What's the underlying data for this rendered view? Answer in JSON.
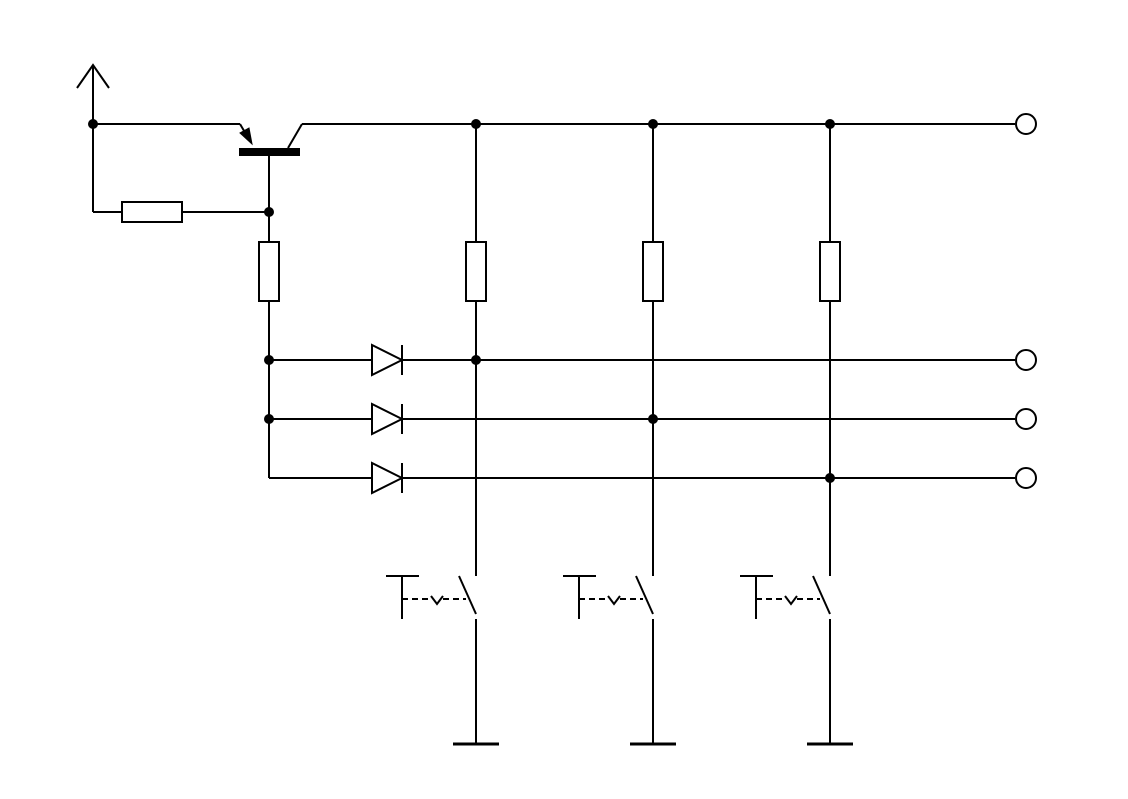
{
  "diagram": {
    "type": "circuit-schematic",
    "background": "#ffffff",
    "ink_color": "#000000",
    "supply": {
      "symbol": "supply-arrow-icon"
    },
    "transistor": {
      "type": "pnp",
      "symbol": "pnp-transistor-icon"
    },
    "bias_resistor": {
      "symbol": "resistor-icon"
    },
    "base_resistor": {
      "symbol": "resistor-icon"
    },
    "columns": [
      {
        "id": 1,
        "pullup_resistor": "resistor-icon",
        "push_button": "push-button-switch-icon",
        "ground": "ground-icon"
      },
      {
        "id": 2,
        "pullup_resistor": "resistor-icon",
        "push_button": "push-button-switch-icon",
        "ground": "ground-icon"
      },
      {
        "id": 3,
        "pullup_resistor": "resistor-icon",
        "push_button": "push-button-switch-icon",
        "ground": "ground-icon"
      }
    ],
    "diode_rows": [
      {
        "id": 1,
        "symbol": "diode-icon",
        "connects_to_column": 1
      },
      {
        "id": 2,
        "symbol": "diode-icon",
        "connects_to_column": 2
      },
      {
        "id": 3,
        "symbol": "diode-icon",
        "connects_to_column": 3
      }
    ],
    "output_terminals": [
      {
        "id": "top",
        "symbol": "open-terminal-icon"
      },
      {
        "id": "row-1",
        "symbol": "open-terminal-icon"
      },
      {
        "id": "row-2",
        "symbol": "open-terminal-icon"
      },
      {
        "id": "row-3",
        "symbol": "open-terminal-icon"
      }
    ]
  }
}
